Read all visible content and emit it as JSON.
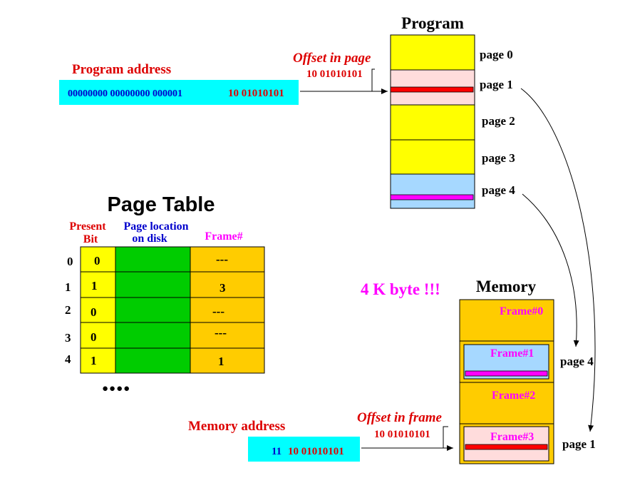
{
  "program": {
    "title": "Program",
    "pages": [
      "page 0",
      "page 1",
      "page 2",
      "page 3",
      "page 4"
    ]
  },
  "program_address": {
    "label": "Program address",
    "page_bits": "00000000 00000000 000001",
    "offset_bits": "10 01010101"
  },
  "offset_in_page": {
    "label": "Offset in page",
    "value": "10 01010101"
  },
  "page_table": {
    "title": "Page Table",
    "col_present_line1": "Present",
    "col_present_line2": "Bit",
    "col_location_line1": "Page location",
    "col_location_line2": "on disk",
    "col_frame": "Frame#",
    "rows": [
      {
        "index": "0",
        "present": "0",
        "frame": "---"
      },
      {
        "index": "1",
        "present": "1",
        "frame": "3"
      },
      {
        "index": "2",
        "present": "0",
        "frame": "---"
      },
      {
        "index": "3",
        "present": "0",
        "frame": "---"
      },
      {
        "index": "4",
        "present": "1",
        "frame": "1"
      }
    ],
    "ellipsis": "●●●●"
  },
  "note": "4 K byte !!!",
  "memory": {
    "title": "Memory",
    "frames": [
      "Frame#0",
      "Frame#1",
      "Frame#2",
      "Frame#3"
    ],
    "side_label_frame1": "page 4",
    "side_label_frame3": "page 1"
  },
  "memory_address": {
    "label": "Memory address",
    "frame_bits": "11",
    "offset_bits": "10 01010101"
  },
  "offset_in_frame": {
    "label": "Offset in frame",
    "value": "10 01010101"
  },
  "colors": {
    "yellow": "#ffff00",
    "pink": "#ffdcdc",
    "light_blue": "#a6d8ff",
    "cyan": "#00ffff",
    "green": "#00cc00",
    "gold": "#ffcc00",
    "red_marker": "#ff0000",
    "magenta_marker": "#ff00ff",
    "red_text": "#dd0000",
    "blue_text": "#0000cc",
    "magenta_text": "#ff00ff"
  }
}
